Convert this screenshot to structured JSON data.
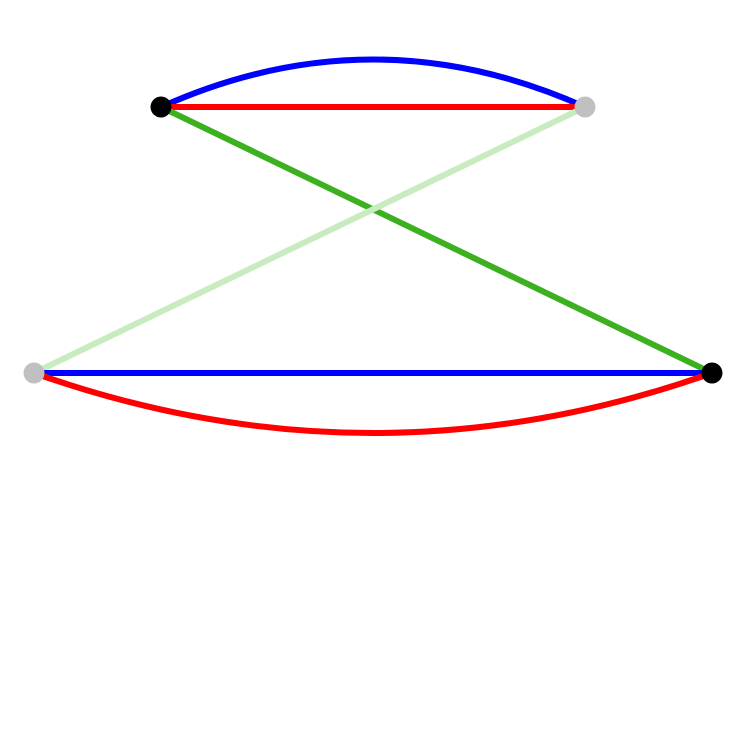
{
  "graph": {
    "nodes": [
      {
        "id": "n1",
        "color": "#000000"
      },
      {
        "id": "n2",
        "color": "#c0c0c0"
      },
      {
        "id": "n3",
        "color": "#c0c0c0"
      },
      {
        "id": "n4",
        "color": "#000000"
      }
    ],
    "edges": [
      {
        "from": "n1",
        "to": "n2",
        "color": "#0000ff",
        "shape": "curved"
      },
      {
        "from": "n1",
        "to": "n2",
        "color": "#ff0000",
        "shape": "straight"
      },
      {
        "from": "n1",
        "to": "n4",
        "color": "#3cb01e",
        "shape": "straight"
      },
      {
        "from": "n2",
        "to": "n3",
        "color": "#c8ecc0",
        "shape": "straight"
      },
      {
        "from": "n3",
        "to": "n4",
        "color": "#0000ff",
        "shape": "straight"
      },
      {
        "from": "n3",
        "to": "n4",
        "color": "#ff0000",
        "shape": "curved"
      }
    ]
  }
}
